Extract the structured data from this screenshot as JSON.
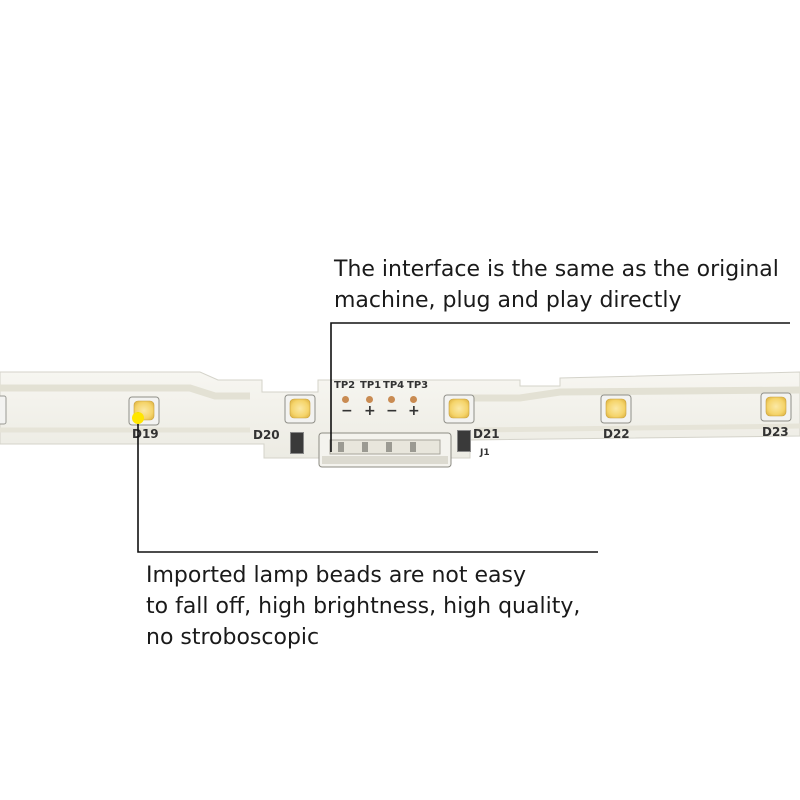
{
  "captions": {
    "interface": {
      "lines": [
        "The interface is the same as the original",
        "machine, plug and play directly"
      ]
    },
    "beads": {
      "lines": [
        "Imported lamp beads are not easy",
        "to fall off, high brightness, high quality,",
        "no stroboscopic"
      ]
    }
  },
  "strip": {
    "leds": [
      "D19",
      "D20",
      "D21",
      "D22",
      "D23"
    ],
    "test_points": [
      "TP2",
      "TP1",
      "TP4",
      "TP3"
    ],
    "polarity": [
      "−",
      "+",
      "−",
      "+"
    ],
    "connector_label": "J1"
  },
  "colors": {
    "pcb": "#f5f4ee",
    "pcb_edge": "#d9d8cf",
    "trace": "#e9e7dc",
    "led_body": "#f3f3f1",
    "led_phosphor": "#f5d46a",
    "silkscreen": "#333333",
    "pad": "#c98b52",
    "callout_line": "#111111",
    "callout_dot": "#ffe600"
  }
}
